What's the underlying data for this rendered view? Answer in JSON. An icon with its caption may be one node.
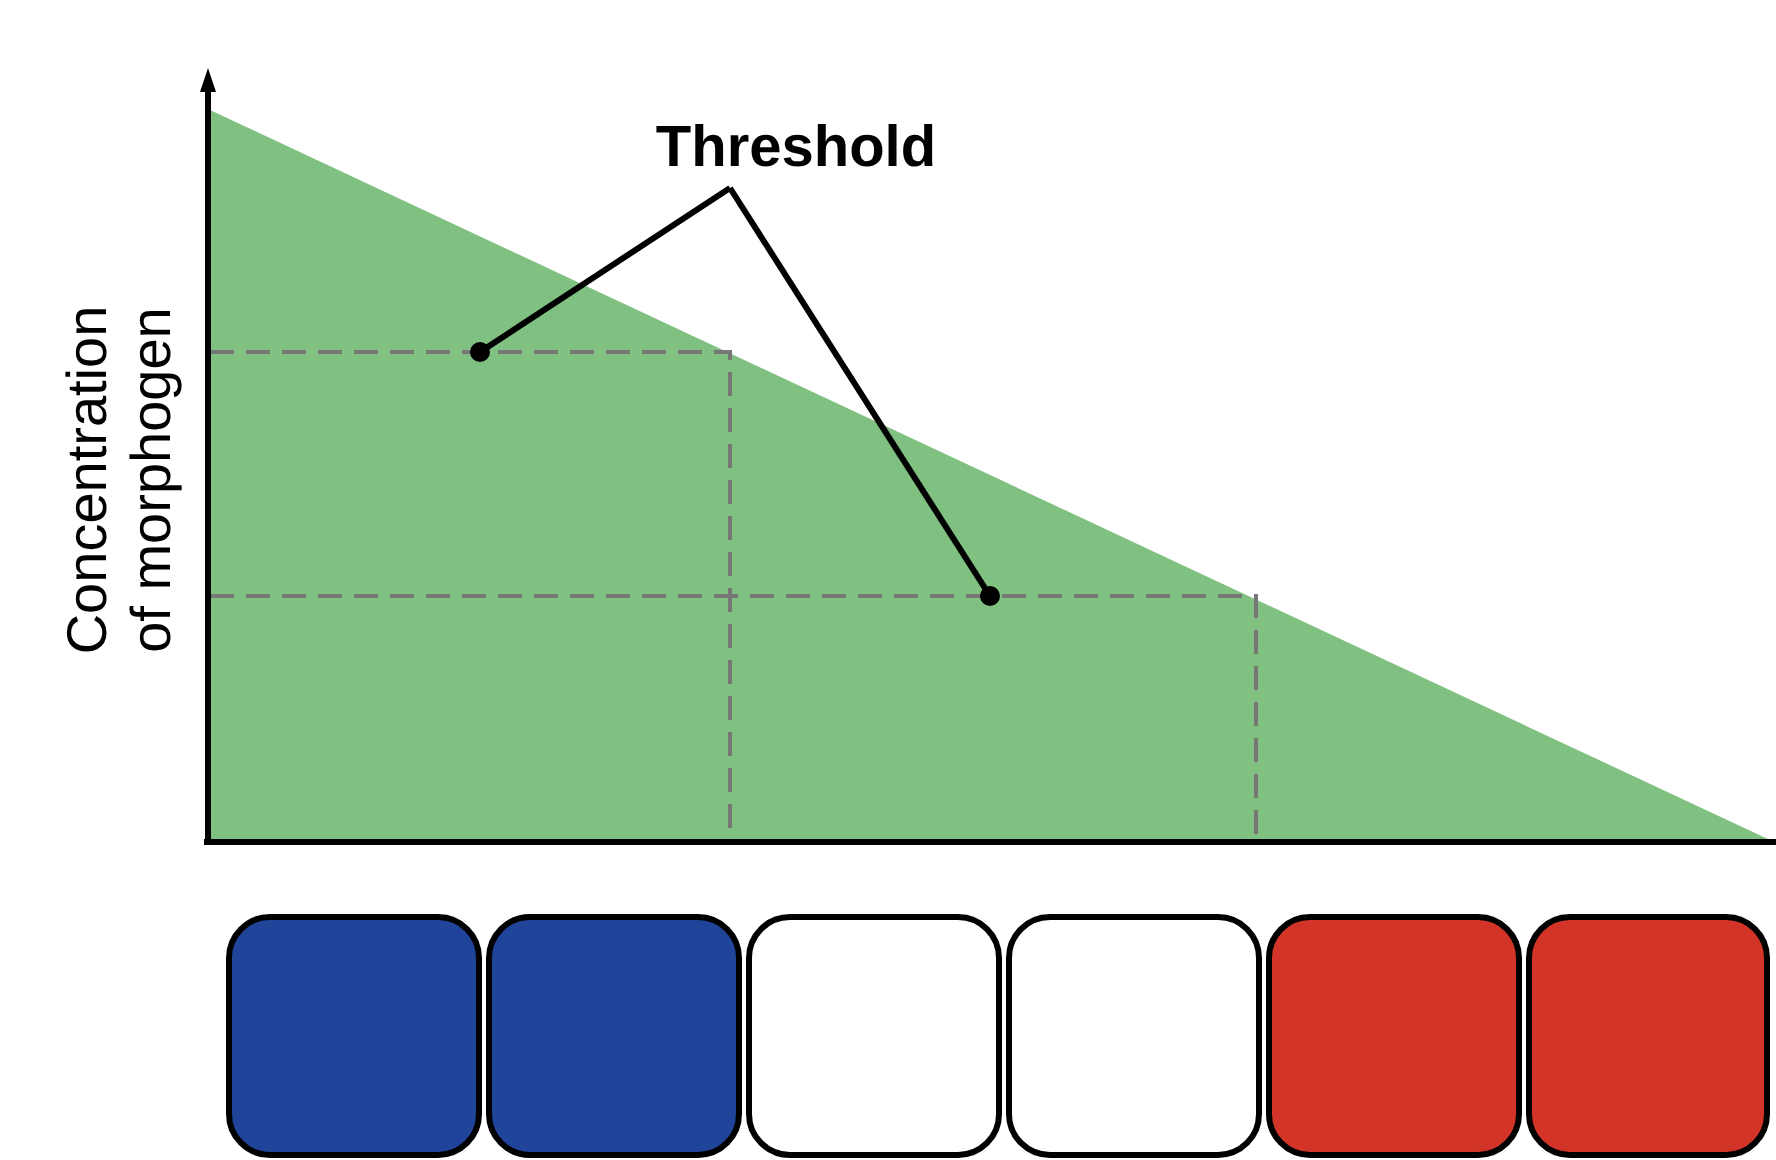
{
  "diagram": {
    "nodes": [
      {
        "text": [
          "Threshold"
        ]
      },
      {
        "text": [],
        "shape": "circle"
      },
      {
        "text": [],
        "shape": "circle"
      },
      {
        "text": [],
        "shape": "box"
      },
      {
        "text": [],
        "shape": "box"
      },
      {
        "text": [],
        "shape": "box"
      },
      {
        "text": [],
        "shape": "box"
      },
      {
        "text": [],
        "shape": "box"
      },
      {
        "text": [],
        "shape": "box"
      }
    ],
    "edges": [
      {
        "from": 0,
        "to": 1,
        "arrow": "none"
      },
      {
        "from": 0,
        "to": 2,
        "arrow": "none"
      }
    ],
    "labels": [
      "Concentration of morphogen"
    ]
  }
}
